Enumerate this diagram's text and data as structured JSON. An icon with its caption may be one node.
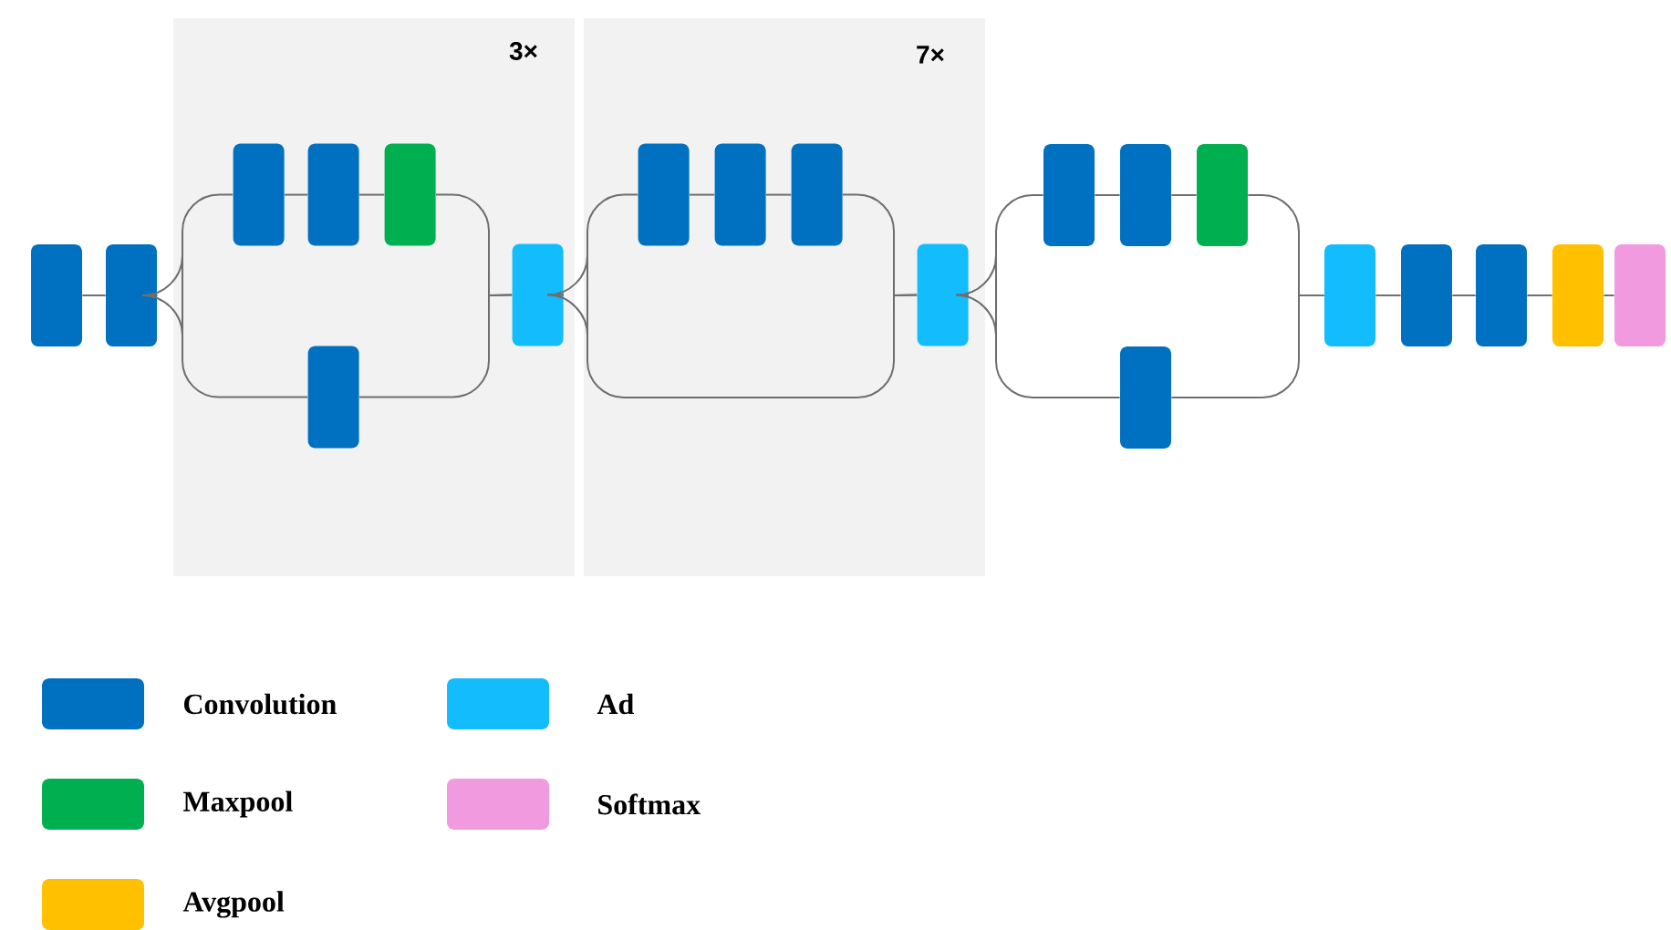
{
  "diagram": {
    "nodes": [
      {
        "text": [
          "3×"
        ]
      },
      {
        "text": [
          "7×"
        ]
      },
      {
        "text": [],
        "shape": "box"
      },
      {
        "text": [],
        "shape": "box"
      },
      {
        "text": [],
        "shape": "box",
        "in": 0
      },
      {
        "text": [],
        "shape": "box",
        "in": 0
      },
      {
        "text": [],
        "shape": "box",
        "in": 0
      },
      {
        "text": [],
        "shape": "box",
        "in": 0
      },
      {
        "text": [],
        "shape": "box",
        "in": 0
      },
      {
        "text": [],
        "shape": "box",
        "in": 1
      },
      {
        "text": [],
        "shape": "box",
        "in": 1
      },
      {
        "text": [],
        "shape": "box",
        "in": 1
      },
      {
        "text": [],
        "shape": "box",
        "in": 1
      },
      {
        "text": [],
        "shape": "box"
      },
      {
        "text": [],
        "shape": "box"
      },
      {
        "text": [],
        "shape": "box"
      },
      {
        "text": [],
        "shape": "box"
      },
      {
        "text": [],
        "shape": "box"
      },
      {
        "text": [],
        "shape": "box"
      },
      {
        "text": [],
        "shape": "box"
      },
      {
        "text": [],
        "shape": "box"
      },
      {
        "text": [],
        "shape": "box"
      }
    ],
    "edges": [
      {
        "from": 2,
        "to": 3,
        "arrow": "none"
      },
      {
        "from": 3,
        "to": 4,
        "arrow": "none"
      },
      {
        "from": 3,
        "to": 7,
        "arrow": "none"
      },
      {
        "from": 4,
        "to": 5,
        "arrow": "none"
      },
      {
        "from": 5,
        "to": 6,
        "arrow": "none"
      },
      {
        "from": 6,
        "to": 8,
        "arrow": "none"
      },
      {
        "from": 7,
        "to": 8,
        "arrow": "none"
      },
      {
        "from": 8,
        "to": 9,
        "arrow": "none"
      },
      {
        "from": 8,
        "to": 12,
        "arrow": "none"
      },
      {
        "from": 9,
        "to": 10,
        "arrow": "none"
      },
      {
        "from": 10,
        "to": 11,
        "arrow": "none"
      },
      {
        "from": 11,
        "to": 12,
        "arrow": "none"
      },
      {
        "from": 12,
        "to": 13,
        "arrow": "none"
      },
      {
        "from": 12,
        "to": 16,
        "arrow": "none"
      },
      {
        "from": 13,
        "to": 14,
        "arrow": "none"
      },
      {
        "from": 14,
        "to": 15,
        "arrow": "none"
      },
      {
        "from": 15,
        "to": 17,
        "arrow": "none"
      },
      {
        "from": 16,
        "to": 17,
        "arrow": "none"
      },
      {
        "from": 17,
        "to": 18,
        "arrow": "none"
      },
      {
        "from": 18,
        "to": 19,
        "arrow": "none"
      },
      {
        "from": 19,
        "to": 20,
        "arrow": "none"
      },
      {
        "from": 20,
        "to": 21,
        "arrow": "none"
      }
    ],
    "legend": [
      {
        "text": "Convolution",
        "color": "#0070c0"
      },
      {
        "text": "Ad",
        "color": "#12bcfd"
      },
      {
        "text": "Maxpool",
        "color": "#00b050"
      },
      {
        "text": "Softmax",
        "color": "#f19ae0"
      },
      {
        "text": "Avgpool",
        "color": "#ffc000"
      }
    ]
  }
}
